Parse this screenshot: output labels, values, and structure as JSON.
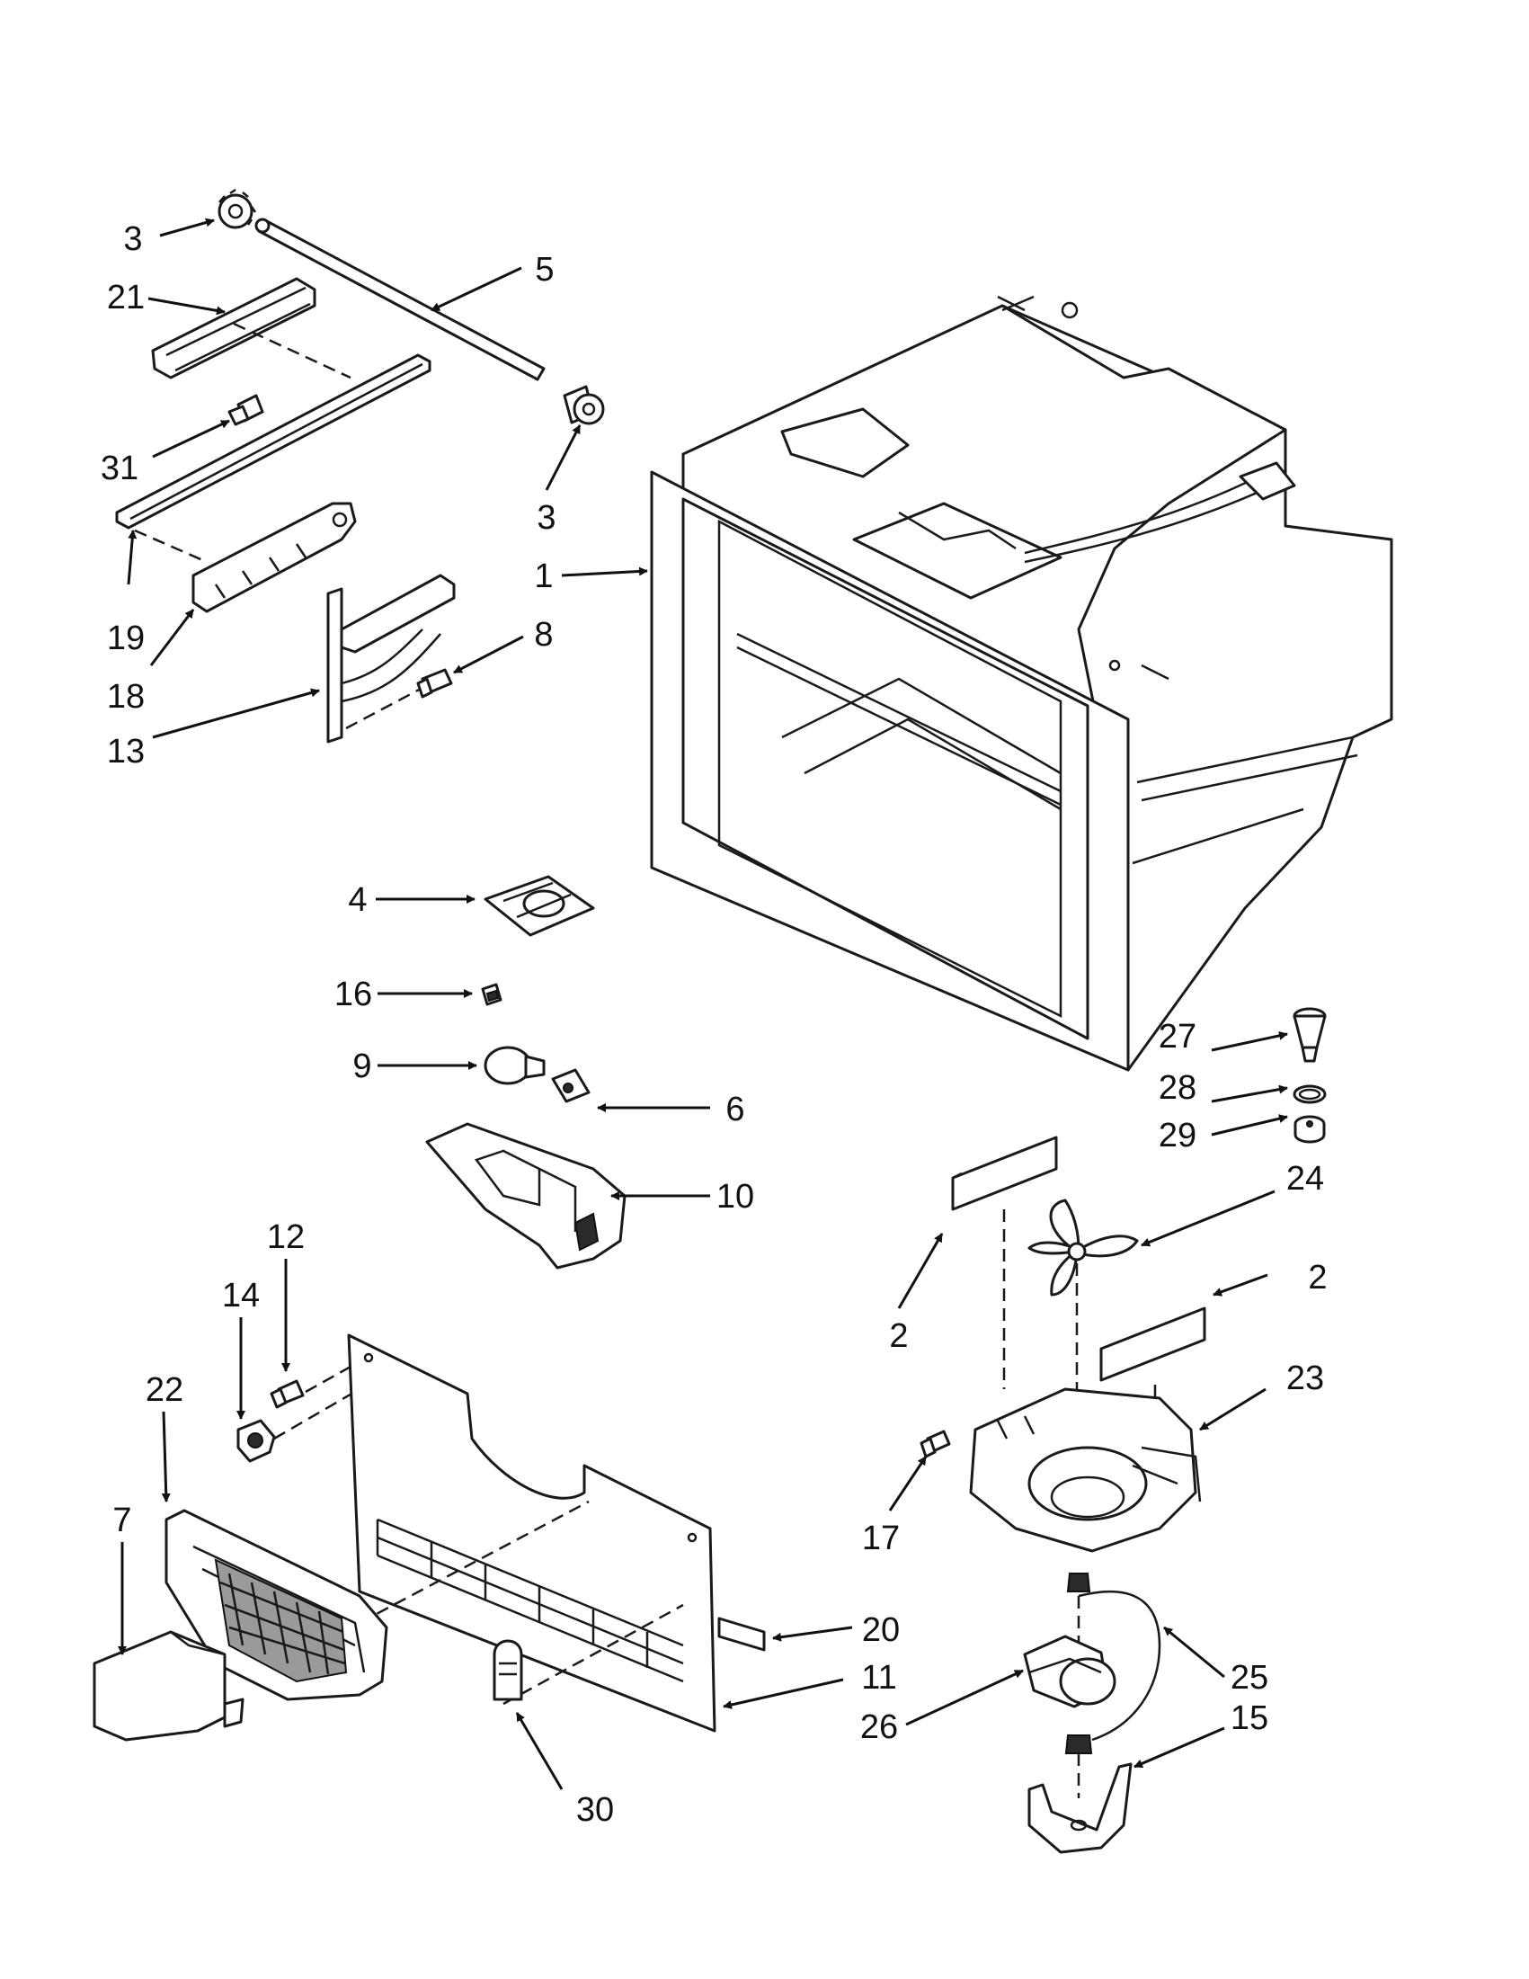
{
  "diagram": {
    "callouts": [
      "3",
      "21",
      "5",
      "31",
      "3",
      "19",
      "18",
      "1",
      "8",
      "13",
      "4",
      "16",
      "27",
      "9",
      "28",
      "6",
      "29",
      "10",
      "24",
      "12",
      "14",
      "2",
      "2",
      "22",
      "23",
      "7",
      "17",
      "20",
      "25",
      "11",
      "26",
      "15",
      "30"
    ]
  }
}
